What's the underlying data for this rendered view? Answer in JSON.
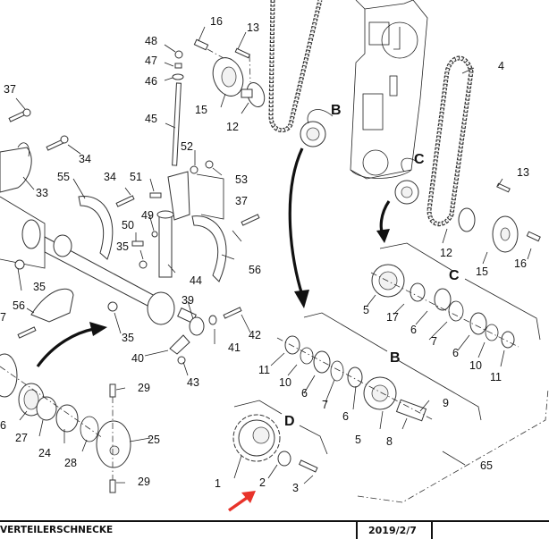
{
  "footer": {
    "title": "VERTEILERSCHNECKE",
    "date": "2019/2/7"
  },
  "diagram": {
    "sections": [
      "B",
      "C",
      "D"
    ],
    "section_labels": [
      "B",
      "C",
      "B",
      "C",
      "D"
    ],
    "part_labels": {
      "p16a": "16",
      "p13a": "13",
      "p48": "48",
      "p47": "47",
      "p46": "46",
      "p37a": "37",
      "p15a": "15",
      "p12a": "12",
      "p45": "45",
      "p34a": "34",
      "p52": "52",
      "p53": "53",
      "p33": "33",
      "p55": "55",
      "p34b": "34",
      "p51": "51",
      "p49": "49",
      "p50": "50",
      "p37b": "37",
      "p35a": "35",
      "p35b": "35",
      "p44": "44",
      "p56a": "56",
      "p56b": "56",
      "p39": "39",
      "p35c": "35",
      "p37c": "7",
      "p4": "4",
      "p13b": "13",
      "p12b": "12",
      "p15b": "15",
      "p16b": "16",
      "p5a": "5",
      "p17": "17",
      "p6a": "6",
      "p7a": "7",
      "p6b": "6",
      "p10a": "10",
      "p11a": "11",
      "p42": "42",
      "p41": "41",
      "p40": "40",
      "p43": "43",
      "p11b": "11",
      "p10b": "10",
      "p6c": "6",
      "p7b": "7",
      "p6d": "6",
      "p9": "9",
      "p5b": "5",
      "p8": "8",
      "p29a": "29",
      "p25": "25",
      "p29b": "29",
      "p6e": "6",
      "p27": "27",
      "p24": "24",
      "p28": "28",
      "p1": "1",
      "p2": "2",
      "p3": "3",
      "p65": "65"
    },
    "highlight_color": "#e8332a",
    "highlighted_part": "2"
  }
}
